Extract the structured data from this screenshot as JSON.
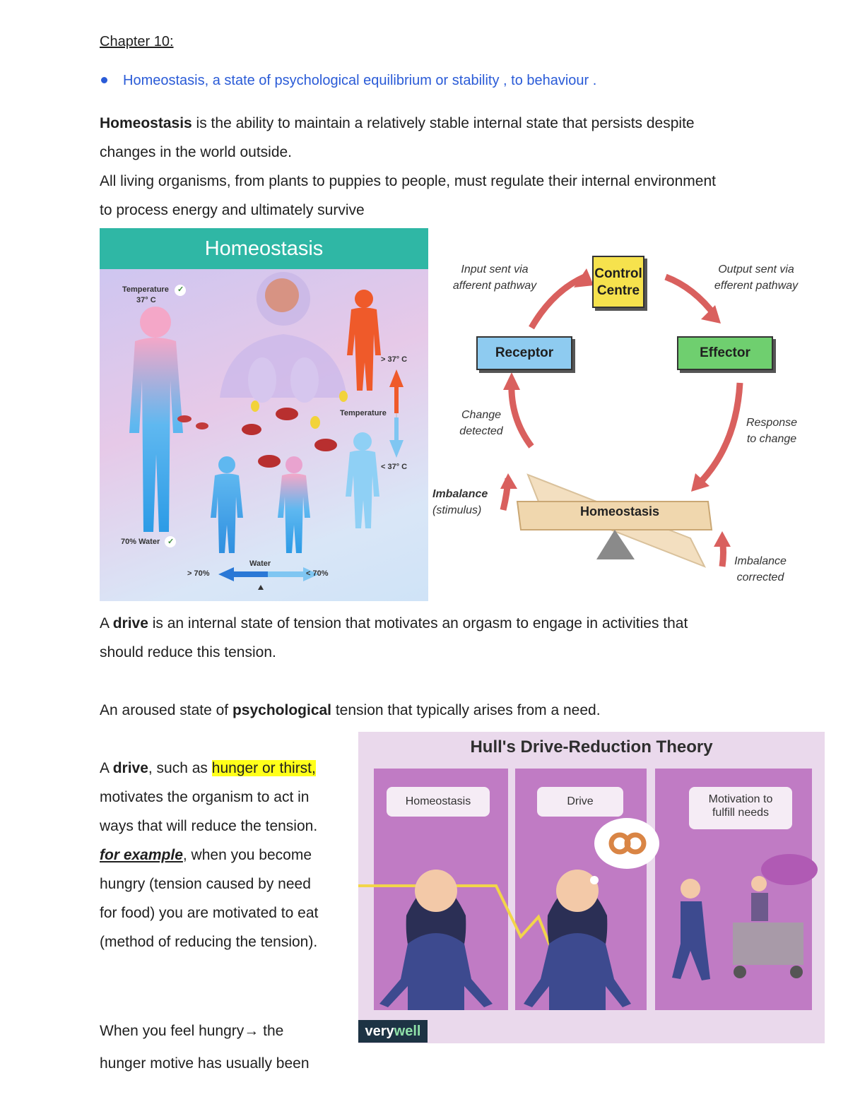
{
  "chapter": "Chapter 10:",
  "bullet": "Homeostasis, a state of psychological equilibrium or stability , to behaviour .",
  "para1": {
    "bold": "Homeostasis",
    "rest_l1": " is the ability to maintain a relatively stable internal state that persists despite",
    "l2": "changes in the world outside.",
    "l3": "All living organisms, from plants to puppies to people, must regulate their internal environment",
    "l4": "to process energy and ultimately survive"
  },
  "homeostasis_infographic": {
    "title": "Homeostasis",
    "temperature_label": "Temperature",
    "temperature_value": "37° C",
    "water_label": "70% Water",
    "above": "> 37° C",
    "below": "< 37° C",
    "temp_scale": "Temperature",
    "water_scale": "Water",
    "water_above": "> 70%",
    "water_below": "< 70%"
  },
  "cycle": {
    "control": "Control Centre",
    "receptor": "Receptor",
    "effector": "Effector",
    "homeostasis": "Homeostasis",
    "input_l1": "Input sent via",
    "input_l2": "afferent pathway",
    "output_l1": "Output sent via",
    "output_l2": "efferent pathway",
    "change_l1": "Change",
    "change_l2": "detected",
    "response_l1": "Response",
    "response_l2": "to change",
    "imbalance_l1": "Imbalance",
    "imbalance_l2": "(stimulus)",
    "corrected_l1": "Imbalance",
    "corrected_l2": "corrected"
  },
  "drive": {
    "a": "A ",
    "bold": "drive",
    "l1_rest": " is an internal state of tension that motivates an orgasm to engage in activities that",
    "l2": "should reduce this tension."
  },
  "aroused": {
    "pre": "An aroused state of ",
    "bold": "psychological",
    "post": " tension that typically arises from a need."
  },
  "drive2": {
    "a": "A ",
    "bold": "drive",
    "mid": ", such as ",
    "highlight": "hunger or thirst,",
    "l2": "motivates the organism to act in",
    "l3": "ways that will reduce the tension.",
    "example": "for example",
    "l4_rest": ", when you become",
    "l5": "hungry (tension caused by need",
    "l6": "for food) you are motivated to eat",
    "l7": "(method of reducing the tension)."
  },
  "hungry": {
    "l1": "When you feel hungry→ the",
    "l2": "hunger motive has usually been"
  },
  "hull": {
    "title": "Hull's Drive-Reduction Theory",
    "panel1": "Homeostasis",
    "panel2": "Drive",
    "panel3_l1": "Motivation to",
    "panel3_l2": "fulfill needs",
    "logo_a": "very",
    "logo_b": "well"
  }
}
